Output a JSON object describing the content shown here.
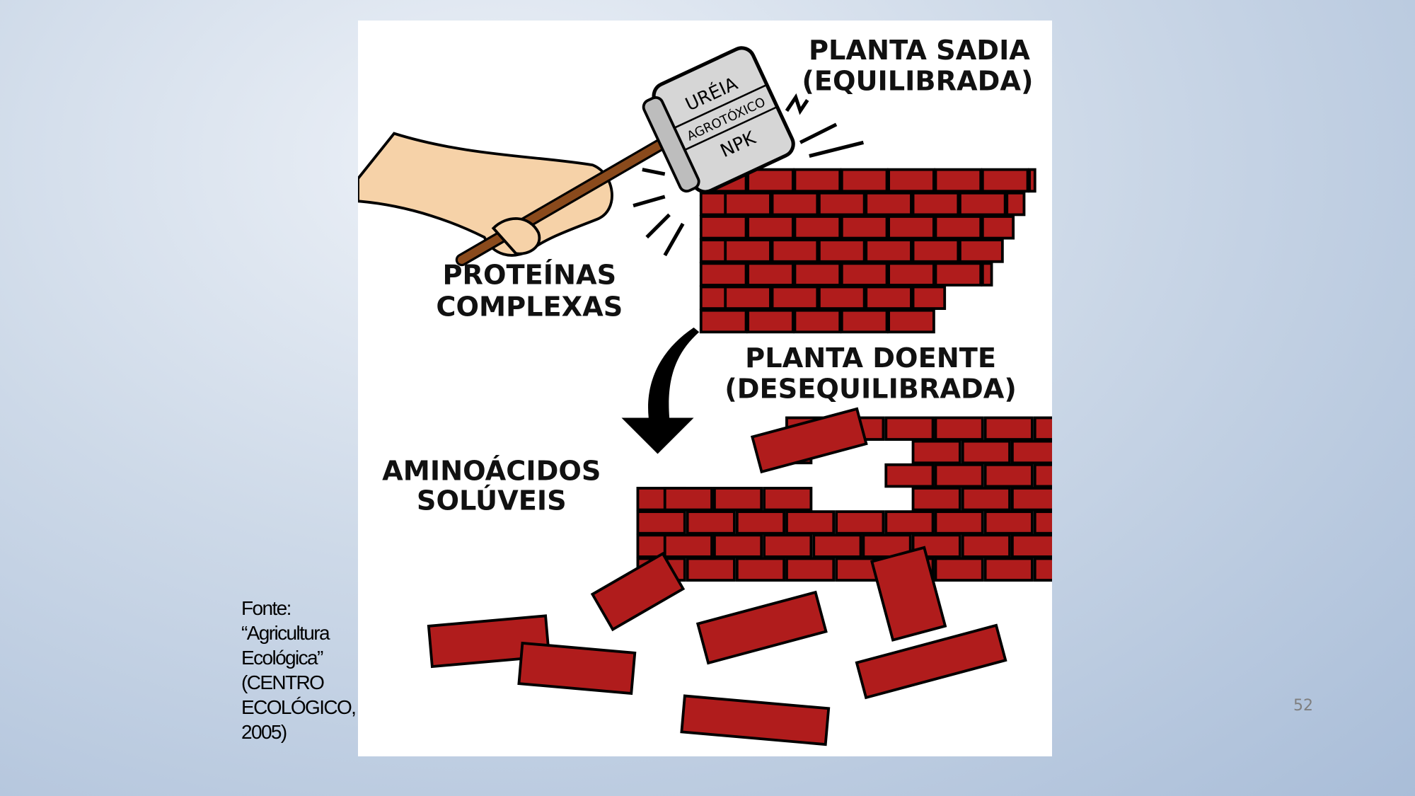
{
  "illustration": {
    "label_healthy": [
      "PLANTA SADIA",
      "(EQUILIBRADA)"
    ],
    "label_proteins": [
      "PROTEÍNAS",
      "COMPLEXAS"
    ],
    "label_sick": [
      "PLANTA DOENTE",
      "(DESEQUILIBRADA)"
    ],
    "label_amino": [
      "AMINOÁCIDOS",
      "SOLÚVEIS"
    ],
    "hammer_labels": [
      "URÉIA",
      "AGROTÓXICO",
      "NPK"
    ],
    "colors": {
      "brick": "#b01c1c",
      "brick_dark": "#6e0d0d",
      "skin": "#f6d2a8",
      "handle": "#8a4a1c",
      "hammer": "#d6d6d6"
    }
  },
  "caption": [
    "Fonte:",
    "“Agricultura",
    "Ecológica”",
    "(CENTRO",
    "ECOLÓGICO,",
    "2005)"
  ],
  "page_number": "52"
}
